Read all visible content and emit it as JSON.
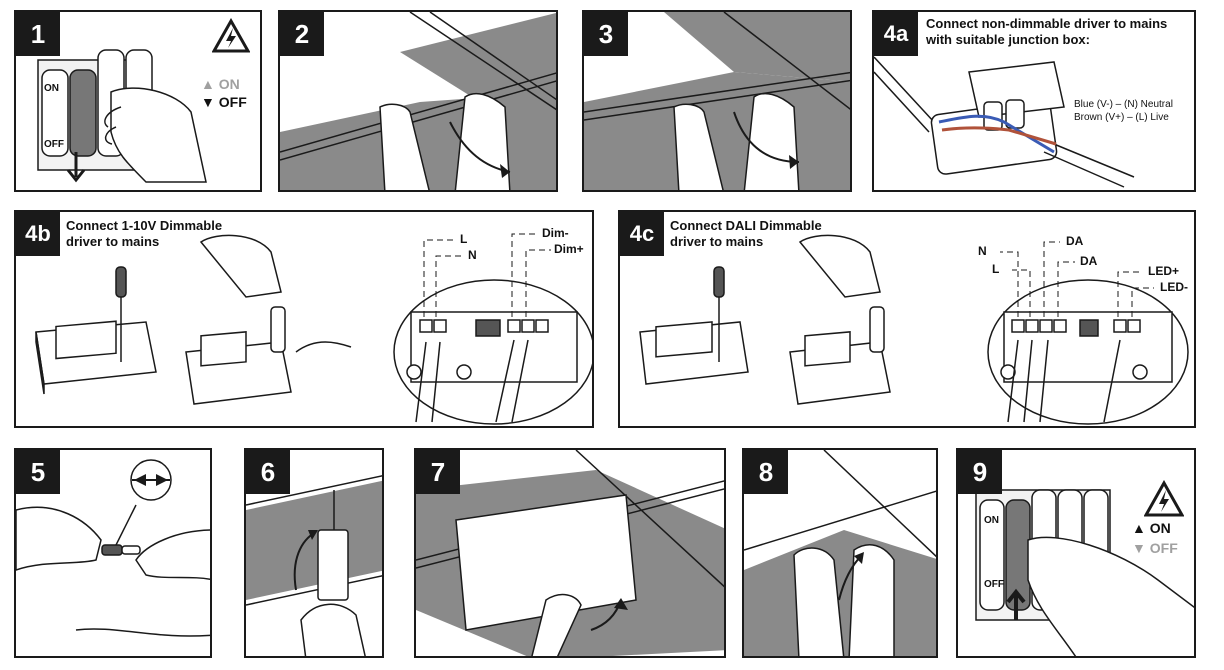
{
  "steps": {
    "s1": {
      "num": "1",
      "on": "ON",
      "off": "OFF",
      "switch_top": "ON",
      "switch_bottom": "OFF"
    },
    "s2": {
      "num": "2"
    },
    "s3": {
      "num": "3"
    },
    "s4a": {
      "num": "4a",
      "title": "Connect non-dimmable driver to mains with suitable junction box:",
      "line1": "Blue (V-) – (N) Neutral",
      "line2": "Brown (V+) – (L) Live"
    },
    "s4b": {
      "num": "4b",
      "title_line1": "Connect 1-10V Dimmable",
      "title_line2": "driver to mains",
      "L": "L",
      "N": "N",
      "dim_minus": "Dim-",
      "dim_plus": "Dim+"
    },
    "s4c": {
      "num": "4c",
      "title_line1": "Connect DALI Dimmable",
      "title_line2": "driver to mains",
      "N": "N",
      "L": "L",
      "DA1": "DA",
      "DA2": "DA",
      "led_plus": "LED+",
      "led_minus": "LED-"
    },
    "s5": {
      "num": "5"
    },
    "s6": {
      "num": "6"
    },
    "s7": {
      "num": "7"
    },
    "s8": {
      "num": "8"
    },
    "s9": {
      "num": "9",
      "on": "ON",
      "off": "OFF",
      "switch_top": "ON",
      "switch_bottom": "OFF"
    }
  },
  "icons": [
    "high-voltage-warning-icon",
    "arrow-up-icon",
    "arrow-down-icon",
    "compress-arrows-icon",
    "screwdriver-icon"
  ],
  "colors": {
    "ink": "#1a1a1a",
    "ceiling_grey": "#8a8a8a",
    "blue_wire": "#3a5bb5",
    "brown_wire": "#b0523a"
  }
}
